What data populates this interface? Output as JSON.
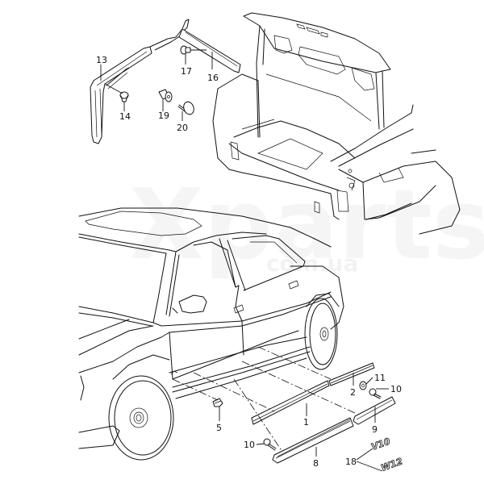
{
  "diagram": {
    "title": "Exterior trim: trunk seal, side protective strips, model emblems",
    "watermark": {
      "text": "Xparts",
      "subtext": "com.ua"
    },
    "callouts": [
      {
        "id": "1",
        "label": "1",
        "part": "protective strip, front door"
      },
      {
        "id": "2",
        "label": "2",
        "part": "protective strip, rear door"
      },
      {
        "id": "5",
        "label": "5",
        "part": "end cap"
      },
      {
        "id": "8",
        "label": "8",
        "part": "sill trim strip, front"
      },
      {
        "id": "9",
        "label": "9",
        "part": "sill trim strip, rear"
      },
      {
        "id": "10a",
        "label": "10",
        "part": "screw"
      },
      {
        "id": "10b",
        "label": "10",
        "part": "screw"
      },
      {
        "id": "11",
        "label": "11",
        "part": "washer"
      },
      {
        "id": "13",
        "label": "13",
        "part": "trim panel"
      },
      {
        "id": "14",
        "label": "14",
        "part": "clip"
      },
      {
        "id": "16",
        "label": "16",
        "part": "seal strip"
      },
      {
        "id": "17",
        "label": "17",
        "part": "clip"
      },
      {
        "id": "18",
        "label": "18",
        "part": "emblem"
      },
      {
        "id": "19",
        "label": "19",
        "part": "expanding rivet"
      },
      {
        "id": "20",
        "label": "20",
        "part": "spreader clip"
      }
    ],
    "emblems": {
      "v10": "V10",
      "w12": "W12"
    }
  }
}
